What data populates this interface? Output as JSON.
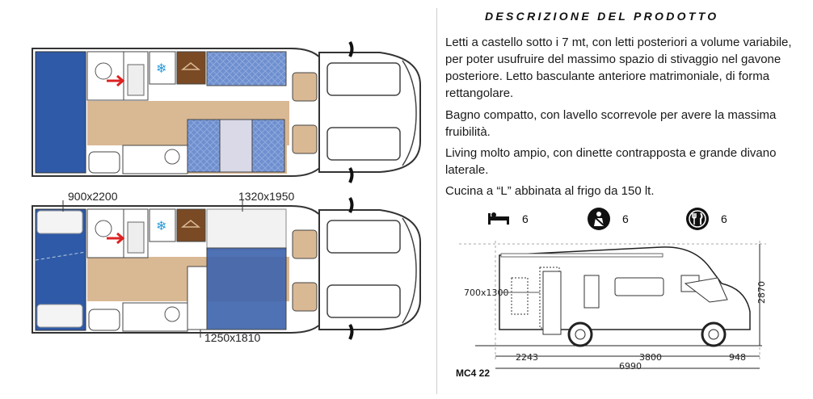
{
  "header": {
    "title": "DESCRIZIONE DEL PRODOTTO"
  },
  "description": [
    "Letti a castello sotto i 7 mt, con letti posteriori a volume variabile, per poter usufruire del massimo spazio di stivaggio nel gavone posteriore. Letto   basculante anteriore matrimoniale, di forma rettangolare.",
    "Bagno compatto, con lavello scorrevole per avere la massima fruibilità.",
    "Living molto ampio, con dinette contrapposta e grande divano laterale.",
    "Cucina a “L” abbinata al frigo da 150 lt."
  ],
  "capacity": [
    {
      "icon": "bed-icon",
      "value": "6"
    },
    {
      "icon": "seatbelt-icon",
      "value": "6"
    },
    {
      "icon": "dining-icon",
      "value": "6"
    }
  ],
  "floorplan": {
    "bed_labels": [
      "900x2200",
      "1320x1950",
      "1250x1810"
    ]
  },
  "side_view": {
    "door_label": "700x1300",
    "height_label": "2870",
    "rear_overhang": "2243",
    "wheelbase": "3800",
    "front_overhang": "948",
    "total_length": "6990",
    "model": "MC4 22"
  },
  "colors": {
    "wood": "#d9b894",
    "blue_seat": "#6e8fcf",
    "blue_bed": "#2f5aa8",
    "outline": "#333333"
  }
}
